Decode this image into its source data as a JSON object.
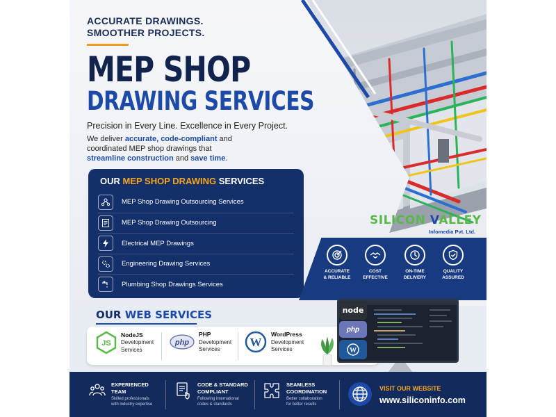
{
  "hero": {
    "tagline_line1": "ACCURATE DRAWINGS.",
    "tagline_line2": "SMOOTHER PROJECTS.",
    "title_line1": "MEP SHOP",
    "title_line2": "DRAWING SERVICES",
    "precision": "Precision in Every Line. Excellence in Every Project.",
    "desc_p1": "We deliver ",
    "desc_h1": "accurate, code-compliant",
    "desc_p2": " and coordinated MEP shop drawings that ",
    "desc_h2": "streamline construction",
    "desc_p3": " and ",
    "desc_h3": "save time",
    "desc_p4": "."
  },
  "services": {
    "head_p1": "OUR ",
    "head_highlight": "MEP SHOP DRAWING",
    "head_p2": " SERVICES",
    "items": [
      {
        "label": "MEP Shop Drawing Outsourcing Services",
        "icon": "team-network-icon"
      },
      {
        "label": "MEP Shop Drawing Outsourcing",
        "icon": "blueprint-document-icon"
      },
      {
        "label": "Electrical MEP Drawings",
        "icon": "lightning-bolt-icon"
      },
      {
        "label": "Engineering Drawing Services",
        "icon": "gears-icon"
      },
      {
        "label": "Plumbing Shop Drawings Services",
        "icon": "water-tap-icon"
      }
    ]
  },
  "logo": {
    "main_green1": "SILICON",
    "main_blue": "V",
    "main_green2": "ALLEY",
    "sub": "Infomedia Pvt. Ltd."
  },
  "features": [
    {
      "line1": "ACCURATE",
      "line2": "& RELIABLE",
      "icon": "target-icon"
    },
    {
      "line1": "COST",
      "line2": "EFFECTIVE",
      "icon": "handshake-icon"
    },
    {
      "line1": "ON-TIME",
      "line2": "DELIVERY",
      "icon": "clock-icon"
    },
    {
      "line1": "QUALITY",
      "line2": "ASSURED",
      "icon": "shield-check-icon"
    }
  ],
  "web": {
    "head_p1": "OUR ",
    "head_p2": "WEB SERVICES",
    "items": [
      {
        "name": "NodeJS",
        "line2": "Development",
        "line3": "Services",
        "icon": "nodejs-icon"
      },
      {
        "name": "PHP",
        "line2": "Development",
        "line3": "Services",
        "icon": "php-icon"
      },
      {
        "name": "WordPress",
        "line2": "Development",
        "line3": "Services",
        "icon": "wordpress-icon"
      }
    ],
    "tile_node": "node",
    "tile_php": "php"
  },
  "footer": {
    "items": [
      {
        "title1": "EXPERIENCED",
        "title2": "TEAM",
        "sub1": "Skilled professionals",
        "sub2": "with industry expertise",
        "icon": "team-icon"
      },
      {
        "title1": "CODE & STANDARD",
        "title2": "COMPLIANT",
        "sub1": "Following international",
        "sub2": "codes & standards",
        "icon": "compliance-document-icon"
      },
      {
        "title1": "SEAMLESS",
        "title2": "COORDINATION",
        "sub1": "Better collaboration",
        "sub2": "for better results",
        "icon": "puzzle-icon"
      }
    ],
    "visit_title": "VISIT OUR WEBSITE",
    "visit_url": "www.siliconinfo.com"
  },
  "colors": {
    "navy": "#14306a",
    "blue": "#1d4aa6",
    "orange": "#f6a623",
    "green": "#59b947"
  }
}
